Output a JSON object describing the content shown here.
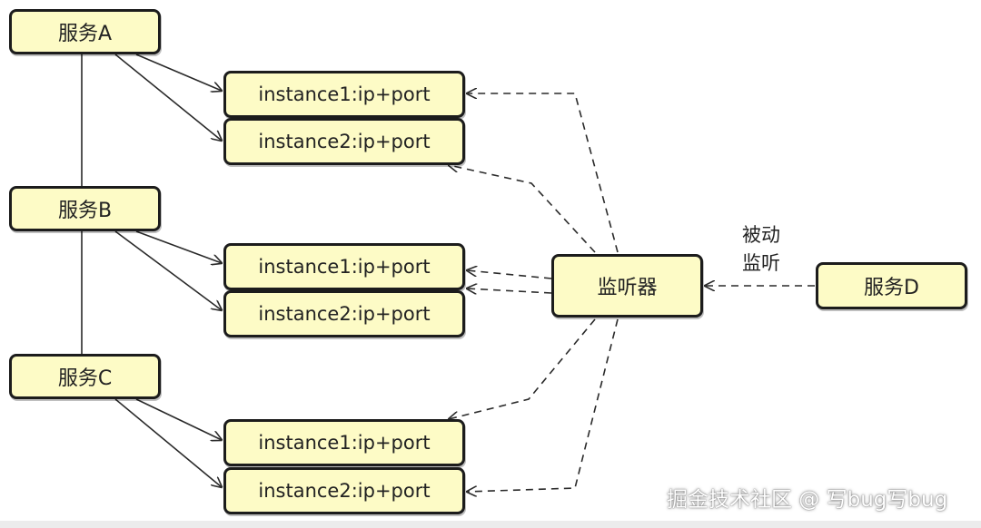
{
  "services": {
    "a": "服务A",
    "b": "服务B",
    "c": "服务C",
    "d": "服务D"
  },
  "instances": {
    "a1": "instance1:ip+port",
    "a2": "instance2:ip+port",
    "b1": "instance1:ip+port",
    "b2": "instance2:ip+port",
    "c1": "instance1:ip+port",
    "c2": "instance2:ip+port"
  },
  "listener": "监听器",
  "passive_label": {
    "line1": "被动",
    "line2": "监听"
  },
  "watermark": "掘金技术社区 @ 写bug写bug",
  "colors": {
    "box_fill": "#fdfbc6",
    "box_border": "#1c1c1c",
    "line": "#2a2a2a"
  }
}
